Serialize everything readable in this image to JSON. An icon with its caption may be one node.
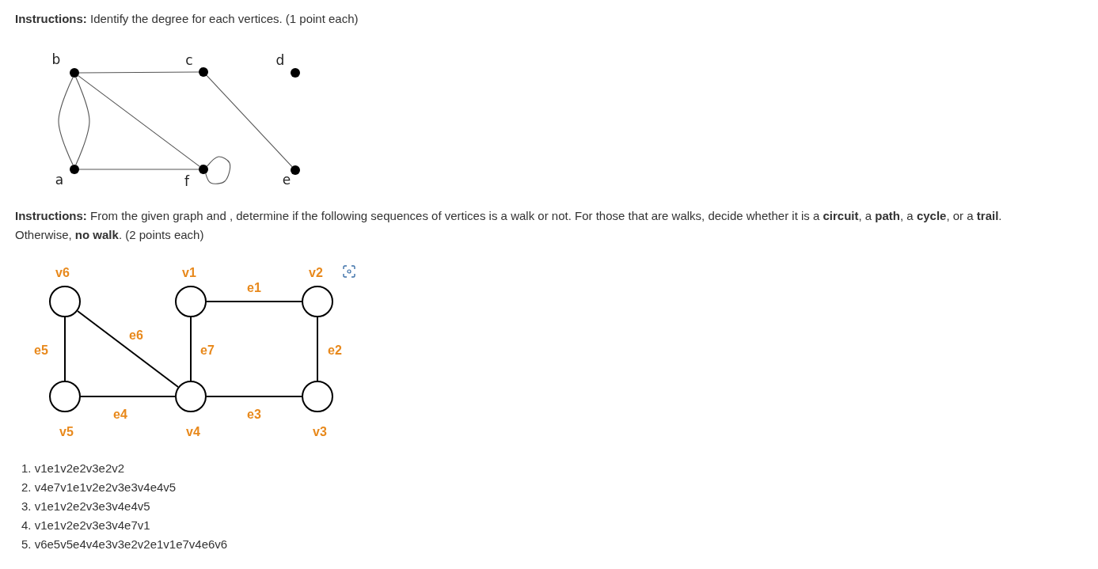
{
  "diagram": {
    "nodes": [
      {
        "text": [
          "b"
        ]
      },
      {
        "text": [
          "c"
        ]
      },
      {
        "text": [
          "d"
        ]
      },
      {
        "text": [
          "a"
        ]
      },
      {
        "text": [
          "f"
        ]
      },
      {
        "text": [
          "e"
        ]
      },
      {
        "text": [
          "v6"
        ]
      },
      {
        "text": [
          "v1"
        ]
      },
      {
        "text": [
          "v2"
        ]
      },
      {
        "text": [
          "v5"
        ]
      },
      {
        "text": [
          "v4"
        ]
      },
      {
        "text": [
          "v3"
        ]
      }
    ],
    "edges": [
      {
        "from": 0,
        "to": 1,
        "arrow": "none"
      },
      {
        "from": 0,
        "to": 3,
        "arrow": "none"
      },
      {
        "from": 0,
        "to": 3,
        "arrow": "none"
      },
      {
        "from": 0,
        "to": 4,
        "arrow": "none"
      },
      {
        "from": 3,
        "to": 4,
        "arrow": "none"
      },
      {
        "from": 4,
        "to": 4,
        "arrow": "none"
      },
      {
        "from": 1,
        "to": 5,
        "arrow": "none"
      },
      {
        "from": 7,
        "to": 8,
        "label": "e1",
        "arrow": "none"
      },
      {
        "from": 8,
        "to": 11,
        "label": "e2",
        "arrow": "none"
      },
      {
        "from": 10,
        "to": 11,
        "label": "e3",
        "arrow": "none"
      },
      {
        "from": 9,
        "to": 10,
        "label": "e4",
        "arrow": "none"
      },
      {
        "from": 6,
        "to": 9,
        "label": "e5",
        "arrow": "none"
      },
      {
        "from": 6,
        "to": 10,
        "label": "e6",
        "arrow": "none"
      },
      {
        "from": 7,
        "to": 10,
        "label": "e7",
        "arrow": "none"
      }
    ],
    "labels": [
      "**Instructions:** Identify the degree for each vertices. (1 point each)",
      "**Instructions:** From the given graph and , determine if the following sequences of vertices is a walk or not. For those that are walks, decide whether it is a **circuit**, a **path**, a **cycle**, or a **trail**. Otherwise, **no walk**. (2 points each)",
      "1. v1e1v2e2v3e2v2",
      "2. v4e7v1e1v2e2v3e3v4e4v5",
      "3. v1e1v2e2v3e3v4e4v5",
      "4. v1e1v2e2v3e3v4e7v1",
      "5. v6e5v5e4v4e3v3e2v2e1v1e7v4e6v6"
    ]
  }
}
